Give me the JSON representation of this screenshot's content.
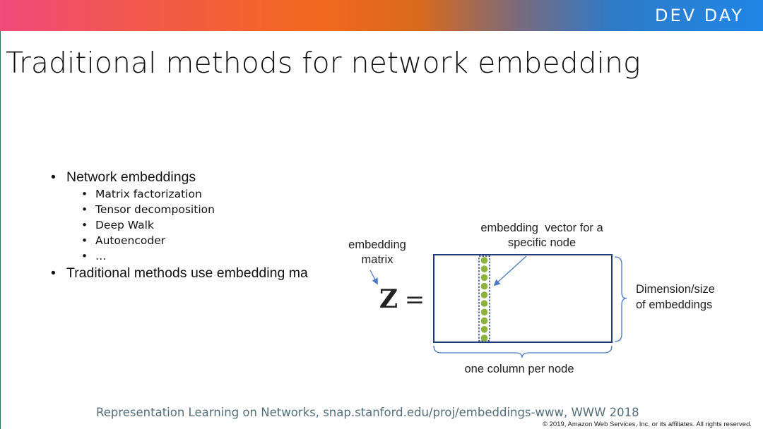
{
  "banner": {
    "label": "DEV DAY"
  },
  "slide": {
    "title": "Traditional methods for network embedding",
    "bullets": [
      {
        "text": "Network embeddings",
        "sub": [
          "Matrix factorization",
          "Tensor decomposition",
          "Deep Walk",
          "Autoencoder",
          "…"
        ]
      },
      {
        "text": "Traditional methods use embedding ma"
      }
    ],
    "bullet_symbol": "•"
  },
  "diagram": {
    "label_matrix": [
      "embedding",
      "matrix"
    ],
    "label_vector": [
      "embedding  vector for a",
      "specific node"
    ],
    "equation_symbol": "Z",
    "equals_sign": "=",
    "label_dimension": [
      "Dimension/size",
      "of embeddings"
    ],
    "label_column": "one column per node",
    "colors": {
      "dot": "#8db33b",
      "frame": "#1f3a78",
      "arrow": "#4b78c0",
      "text": "#222222"
    },
    "vector_dot_count": 10
  },
  "footer": {
    "reference": "Representation Learning on Networks, snap.stanford.edu/proj/embeddings-www, WWW 2018",
    "copyright": "© 2019, Amazon Web Services, Inc. or its affiliates. All rights reserved."
  }
}
